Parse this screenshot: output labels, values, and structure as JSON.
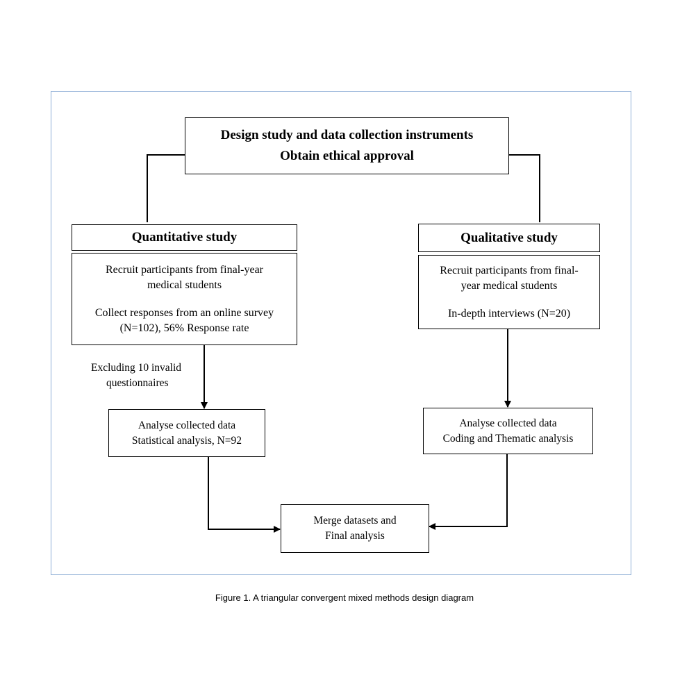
{
  "design_box": {
    "line1": "Design study and data collection instruments",
    "line2": "Obtain ethical approval"
  },
  "quantitative": {
    "heading": "Quantitative study",
    "recruit_line1": "Recruit participants from final-year",
    "recruit_line2": "medical students",
    "collect_line1": "Collect responses from an online survey",
    "collect_line2": "(N=102), 56% Response rate",
    "exclusion_line1": "Excluding 10 invalid",
    "exclusion_line2": "questionnaires",
    "analyse_line1": "Analyse collected data",
    "analyse_line2": "Statistical analysis, N=92"
  },
  "qualitative": {
    "heading": "Qualitative study",
    "recruit_line1": "Recruit participants from final-",
    "recruit_line2": "year medical students",
    "interviews": "In-depth interviews (N=20)",
    "analyse_line1": "Analyse collected data",
    "analyse_line2": "Coding and Thematic analysis"
  },
  "merge_box": {
    "line1": "Merge datasets and",
    "line2": "Final analysis"
  },
  "caption": "Figure 1. A triangular convergent mixed methods design diagram",
  "colors": {
    "frame_border": "#8eaed6",
    "box_border": "#000000",
    "connector": "#000000"
  }
}
